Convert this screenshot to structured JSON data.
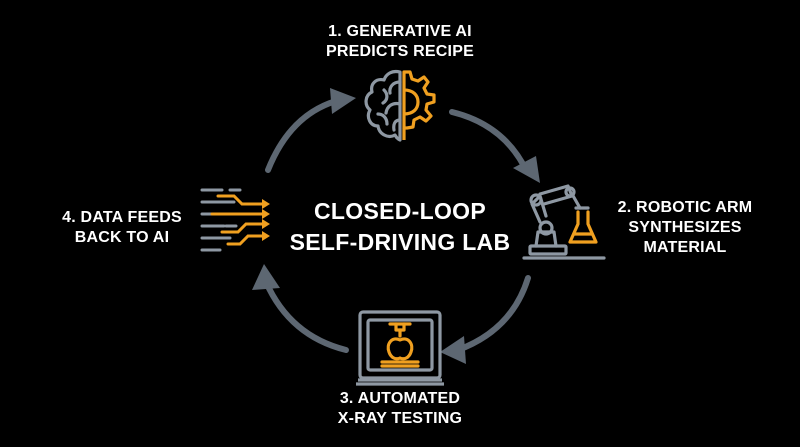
{
  "colors": {
    "background": "#000000",
    "arrow": "#5d6772",
    "icon_gray": "#8e98a3",
    "icon_accent": "#f0a020",
    "text": "#ffffff"
  },
  "title": {
    "line1": "CLOSED-LOOP",
    "line2": "SELF-DRIVING LAB"
  },
  "steps": [
    {
      "line1": "1. GENERATIVE AI",
      "line2": "PREDICTS RECIPE",
      "icon": "brain-gear-icon"
    },
    {
      "line1": "2. ROBOTIC ARM",
      "line2": "SYNTHESIZES",
      "line3": "MATERIAL",
      "icon": "robotic-arm-flask-icon"
    },
    {
      "line1": "3. AUTOMATED",
      "line2": "X-RAY TESTING",
      "icon": "xray-scanner-icon"
    },
    {
      "line1": "4. DATA FEEDS",
      "line2": "BACK TO AI",
      "icon": "data-arrows-icon"
    }
  ]
}
